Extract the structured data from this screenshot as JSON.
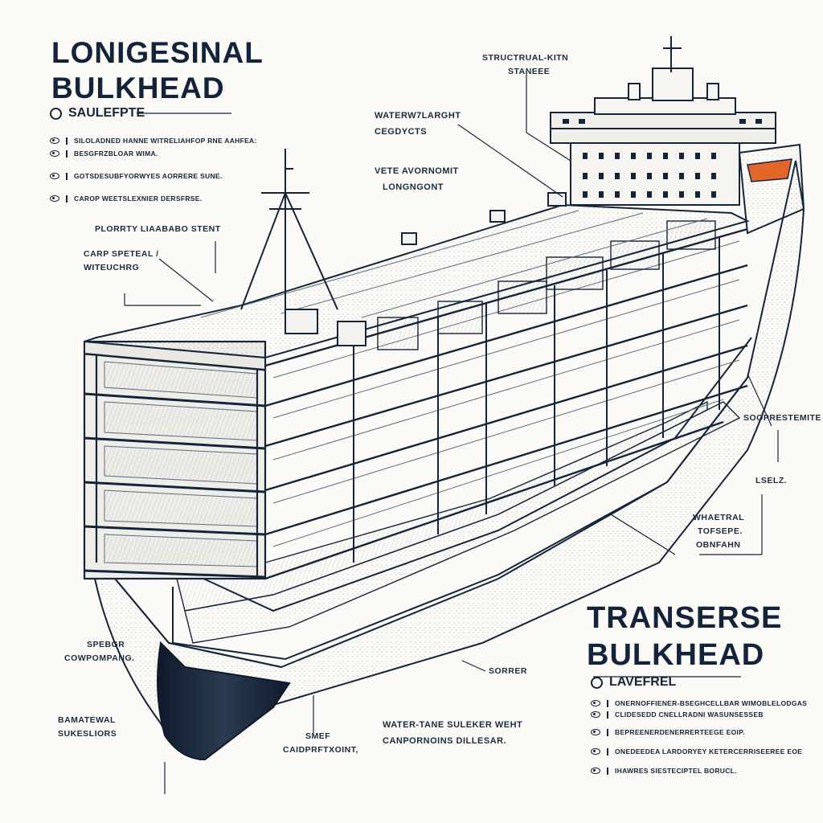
{
  "titles": {
    "top_left": [
      "LONIGESINAL",
      "BULKHEAD"
    ],
    "bottom_right": [
      "TRANSERSE",
      "BULKHEAD"
    ]
  },
  "legend_left": {
    "heading": "SAULEFPTE",
    "items": [
      "SILOLADNED HANNE WITRELIAHFOP RNE AAHFEA:",
      "BESGFRZBLOAR WIMA.",
      "GOTSDESUBFYORWYES AORRERE SUNE.",
      "CAROP WEETSLEXNIER DERSFRSE."
    ]
  },
  "legend_right": {
    "heading": "LAVEFREL",
    "items": [
      "ONERNOFFIENER-BSEGHCELLBAR WIMOBLELODGAS",
      "CLIDESEDD CNELLRADNI WASUNSESSEB",
      "BEPREENERDENERRERTEEGE EOIP.",
      "ONEDEEDEA LARDORYEY KETERCERRISEEREE  EOE",
      "IHAWRES SIESTECIPTEL BORUCL."
    ]
  },
  "callouts": {
    "structural": [
      "STRUCTRUAL-KITN",
      "STANEEE"
    ],
    "water_top": [
      "WATERW7LARGHT",
      "CEGDYCTS"
    ],
    "vete": [
      "VETE AVORNOMIT",
      "LONGNGONT"
    ],
    "plority": [
      "PLORRTY LIAABABO STENT"
    ],
    "carp": [
      "CARP SPETEAL  /",
      "WITEUCHRG"
    ],
    "soprestemite": [
      "SOOPRESTEMITE"
    ],
    "lselz": [
      "LSELZ."
    ],
    "whaetral": [
      "WHAETRAL",
      "TOFSEPE.",
      "OBNFAHN"
    ],
    "spebgr": [
      "SPEBGR",
      "COWPOMPANG."
    ],
    "sorrer": [
      "SORRER"
    ],
    "bamatewal": [
      "BAMATEWAL",
      "SUKESLIORS"
    ],
    "smef": [
      "SMEF",
      "CAIDPRFTXOINT,"
    ],
    "water_tane": [
      "WATER-TANE SULEKER WEHT",
      "CANPORNOINS DILLESAR."
    ]
  },
  "colors": {
    "ink": "#14243a",
    "paper": "#fbfaf6",
    "hull_shadow": "#1c2a3e",
    "accent_lifeboat": "#e2662a"
  },
  "icons": [
    "compass-circle-icon",
    "eye-bullet-icon",
    "mast-icon",
    "lifeboat-icon"
  ]
}
